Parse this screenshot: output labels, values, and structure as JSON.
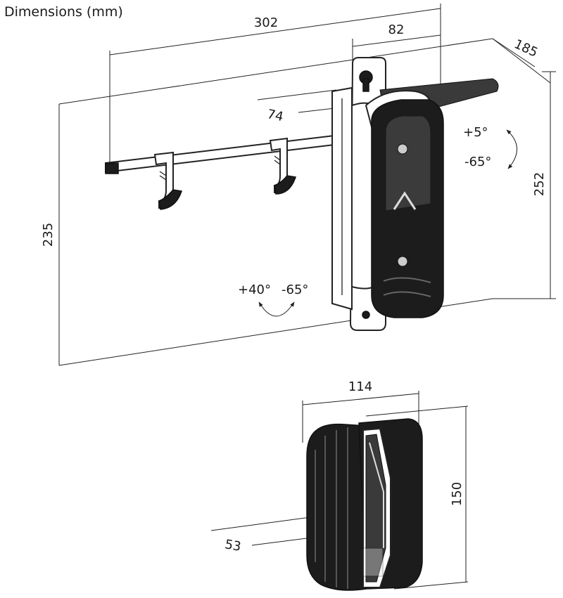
{
  "title": "Dimensions (mm)",
  "dimensions": {
    "total_width": "302",
    "bracket_width": "82",
    "depth": "185",
    "mount_offset": "74",
    "rear_height": "252",
    "front_height": "235",
    "pad_width": "114",
    "pad_height": "150",
    "pad_depth": "53"
  },
  "tilt": {
    "up": "+5°",
    "down": "-65°"
  },
  "swivel": {
    "left": "+40°",
    "right": "-65°"
  },
  "colors": {
    "line": "#222222",
    "pad": "#1c1c1c",
    "background": "#ffffff"
  }
}
